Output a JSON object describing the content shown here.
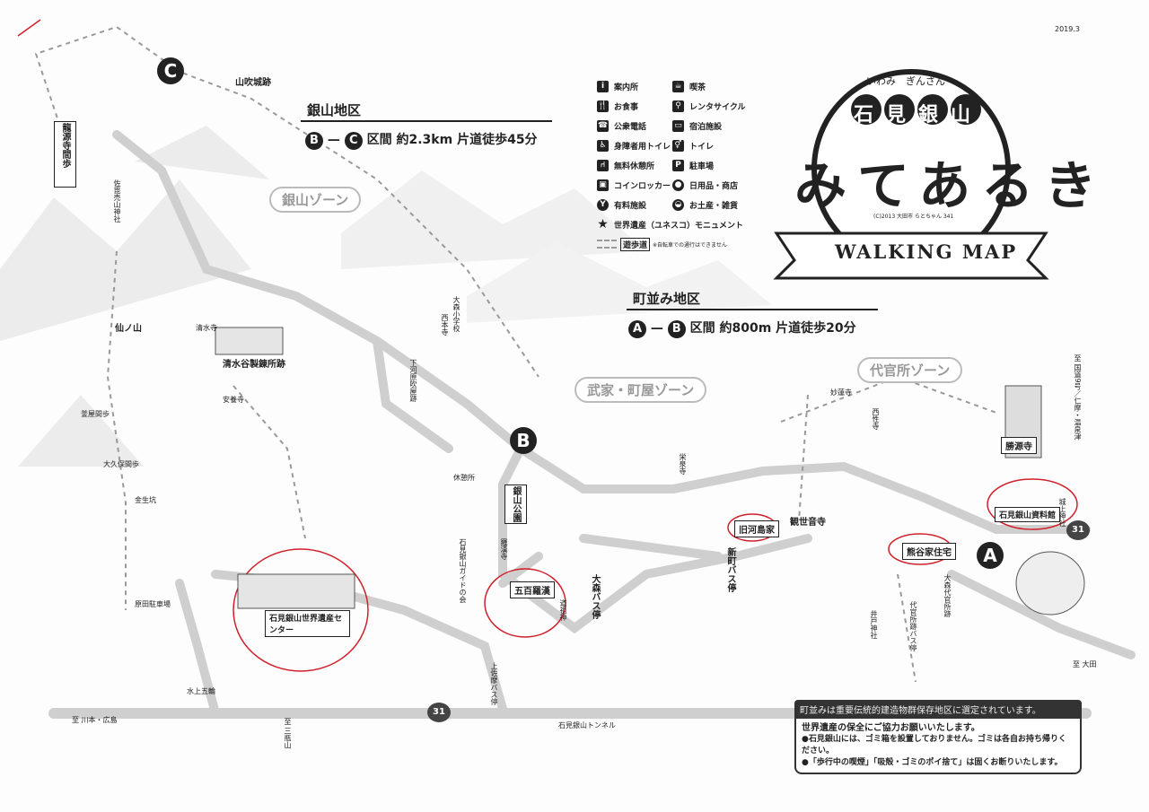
{
  "date": "2019.3",
  "logo": {
    "ruby": "いわみ　ぎんざん",
    "name": "石見銀山",
    "title": "みてあるき",
    "subtitle": "WALKING MAP",
    "credit": "(C)2013 大田市 らとちゃん 341"
  },
  "ginzan_area": {
    "heading": "銀山地区",
    "from": "B",
    "to": "C",
    "route_text": "区間 約2.3km 片道徒歩45分"
  },
  "machinami_area": {
    "heading": "町並み地区",
    "from": "A",
    "to": "B",
    "route_text": "区間 約800m 片道徒歩20分"
  },
  "zones": [
    "銀山ゾーン",
    "武家・町屋ゾーン",
    "代官所ゾーン"
  ],
  "markers": [
    "A",
    "B",
    "C"
  ],
  "legend": [
    {
      "icon": "info-icon",
      "glyph": "i",
      "label": "案内所"
    },
    {
      "icon": "cafe-icon",
      "glyph": "☕",
      "label": "喫茶"
    },
    {
      "icon": "meal-icon",
      "glyph": "🍴",
      "label": "お食事"
    },
    {
      "icon": "bicycle-icon",
      "glyph": "⚲",
      "label": "レンタサイクル"
    },
    {
      "icon": "phone-icon",
      "glyph": "☎",
      "label": "公衆電話"
    },
    {
      "icon": "lodging-icon",
      "glyph": "▭",
      "label": "宿泊施設"
    },
    {
      "icon": "accessible-toilet-icon",
      "glyph": "♿",
      "label": "身障者用トイレ"
    },
    {
      "icon": "toilet-icon",
      "glyph": "⚥",
      "label": "トイレ"
    },
    {
      "icon": "rest-area-icon",
      "glyph": "⑁",
      "label": "無料休憩所"
    },
    {
      "icon": "parking-icon",
      "glyph": "P",
      "label": "駐車場"
    },
    {
      "icon": "locker-icon",
      "glyph": "▣",
      "label": "コインロッカー"
    },
    {
      "icon": "shop-icon",
      "glyph": "●",
      "label": "日用品・商店"
    },
    {
      "icon": "paid-facility-icon",
      "glyph": "Y",
      "label": "有料施設"
    },
    {
      "icon": "souvenir-icon",
      "glyph": "◒",
      "label": "お土産・雑貨"
    },
    {
      "icon": "unesco-star-icon",
      "glyph": "★",
      "label": "世界遺産（ユネスコ）モニュメント"
    },
    {
      "icon": "trail-icon",
      "glyph": "",
      "label": "遊歩道",
      "note": "※自転車での通行はできません"
    }
  ],
  "places": [
    "龍源寺間歩",
    "山吹城跡",
    "清水谷製錬所跡",
    "仙ノ山",
    "釜屋間歩",
    "大久保間歩",
    "金生坑",
    "安養寺",
    "清水寺",
    "原田駐車場",
    "石見銀山世界遺産センター",
    "休憩所",
    "銀山公園",
    "羅漢寺",
    "五百羅漢",
    "大森バス停",
    "新町バス停",
    "旧河島家",
    "観世音寺",
    "熊谷家住宅",
    "石見銀山資料館",
    "勝源寺",
    "城上神社",
    "井戸神社",
    "妙蓮寺",
    "西本寺",
    "大森小学校",
    "石見銀山トンネル",
    "水上五輪",
    "至 川本・広島",
    "至 大田",
    "至 三瓶山",
    "至 国道9号／仁摩・温泉津",
    "佐毘売山神社",
    "下河原吹屋跡",
    "栄泉寺",
    "西性寺",
    "代官所跡バス停",
    "上佐摩バス停",
    "道祖神",
    "31",
    "31",
    "大森代官所跡",
    "石見銀山ガイドの会"
  ],
  "notice": {
    "banner": "町並みは重要伝統的建造物群保存地区に選定されています。",
    "title": "世界遺産の保全にご協力お願いいたします。",
    "lines": [
      "●石見銀山には、ゴミ箱を設置しておりません。ゴミは各自お持ち帰りください。",
      "●「歩行中の喫煙」「吸殻・ゴミのポイ捨て」は固くお断りいたします。"
    ]
  },
  "colors": {
    "road": "#cfcfcf",
    "ink": "#222222",
    "annotation": "#d0202a"
  }
}
